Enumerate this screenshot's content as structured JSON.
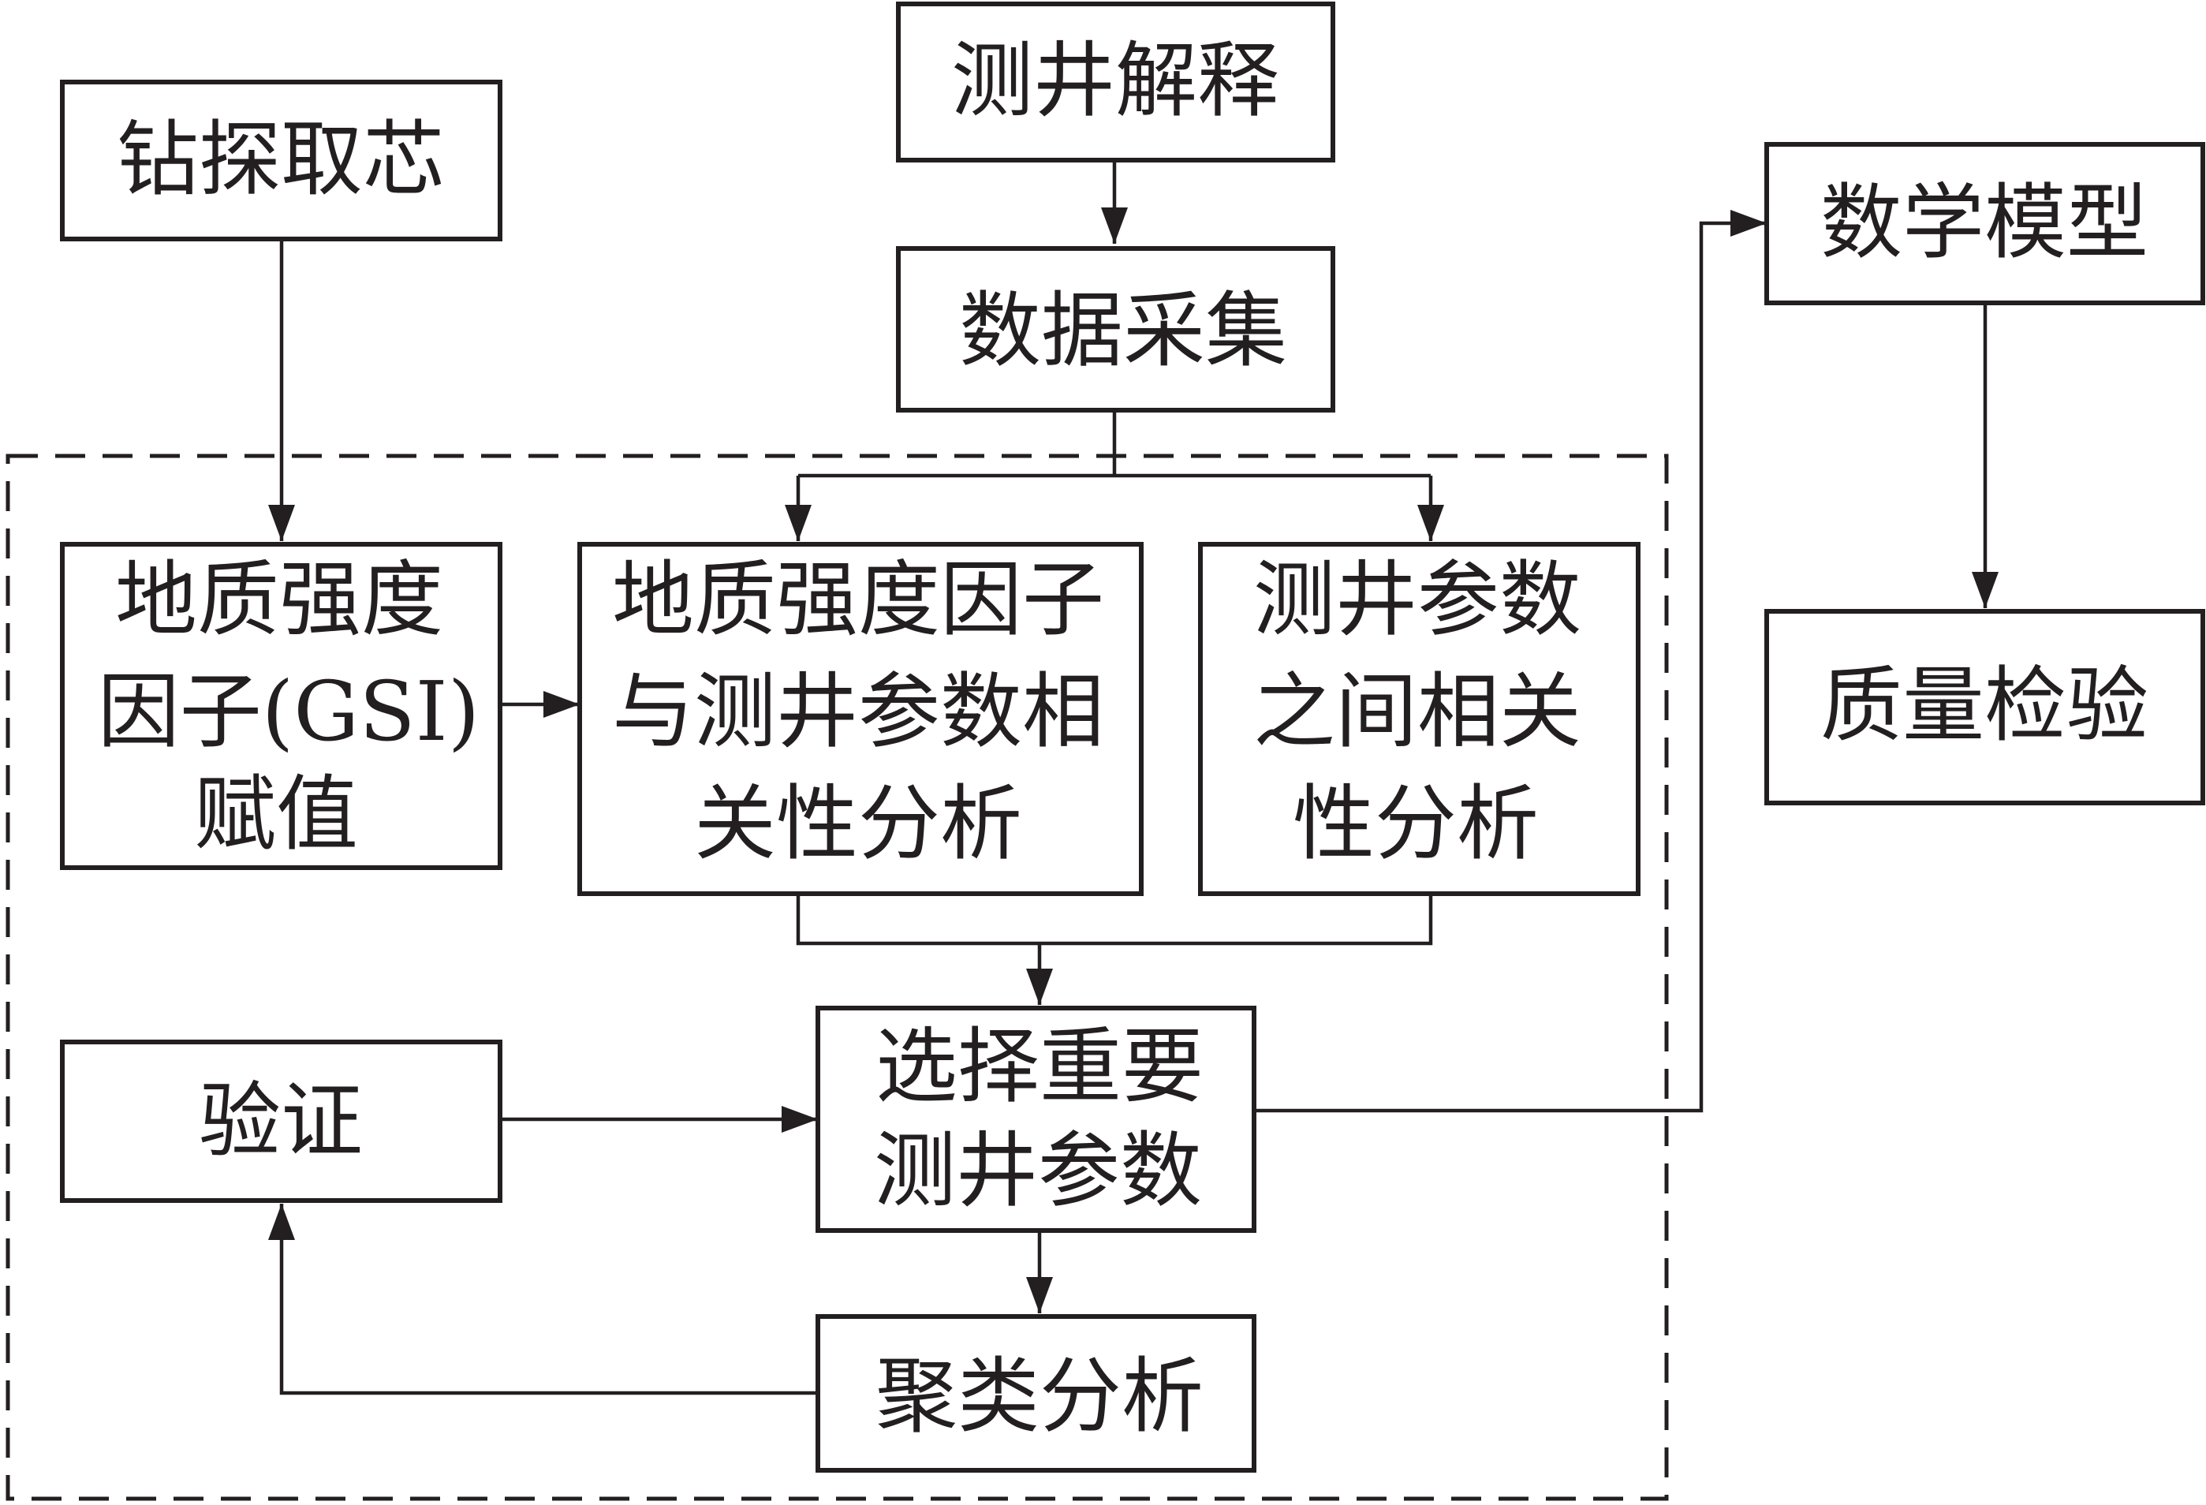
{
  "nodes": {
    "logging_interpretation": "测井解释",
    "drilling_coring": "钻探取芯",
    "data_acquisition": "数据采集",
    "math_model": "数学模型",
    "quality_check": "质量检验",
    "gsi_assignment": [
      "地质强度",
      "因子(GSI)",
      "赋值"
    ],
    "gsi_logging_correlation": [
      "地质强度因子",
      "与测井参数相",
      "关性分析"
    ],
    "logging_param_correlation": [
      "测井参数",
      "之间相关",
      "性分析"
    ],
    "select_logging_params": [
      "选择重要",
      "测井参数"
    ],
    "verification": "验证",
    "cluster_analysis": "聚类分析"
  }
}
